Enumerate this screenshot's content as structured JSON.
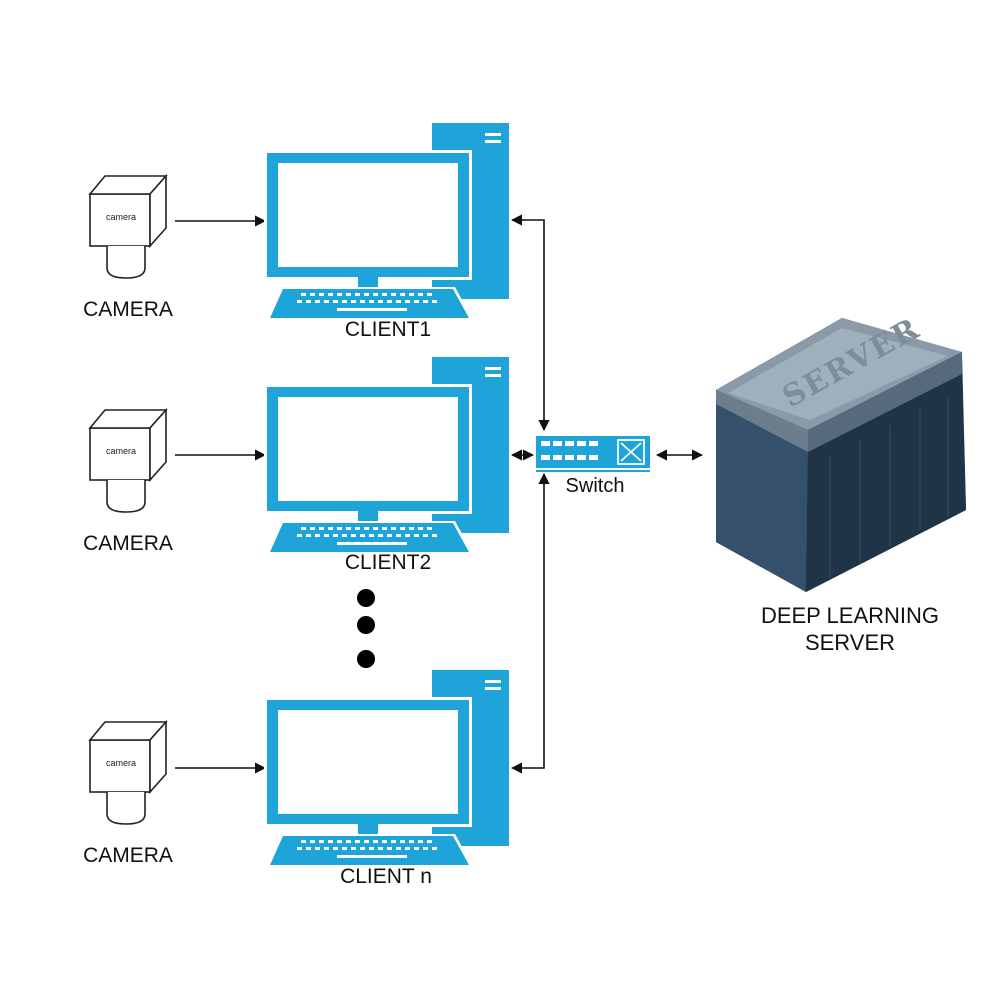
{
  "colors": {
    "accent_blue": "#1ea4d9",
    "line": "#111111",
    "server_dark": "#2b4255",
    "server_light": "#8a9aa8"
  },
  "cameras": [
    {
      "label": "CAMERA",
      "body_text": "camera"
    },
    {
      "label": "CAMERA",
      "body_text": "camera"
    },
    {
      "label": "CAMERA",
      "body_text": "camera"
    }
  ],
  "clients": [
    {
      "label": "CLIENT1"
    },
    {
      "label": "CLIENT2"
    },
    {
      "label": "CLIENT n"
    }
  ],
  "switch": {
    "label": "Switch",
    "icon": "network-switch-icon"
  },
  "server": {
    "stamp": "SERVER",
    "label_line1": "DEEP LEARNING",
    "label_line2": "SERVER",
    "icon": "server-icon"
  },
  "ellipsis_icon": "vertical-dots-icon"
}
